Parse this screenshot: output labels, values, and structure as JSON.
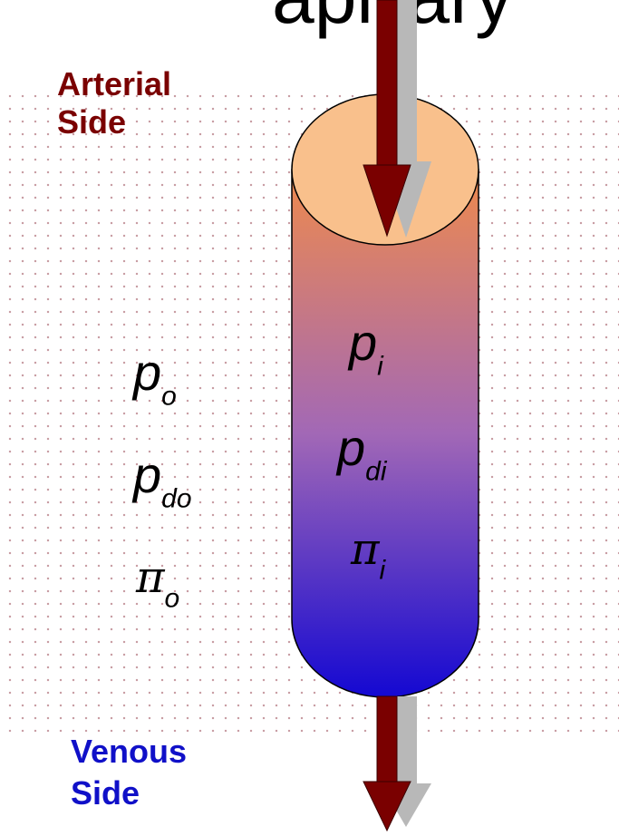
{
  "title_fragment": "apillary",
  "labels": {
    "arterial": [
      "Arterial",
      "Side"
    ],
    "venous": [
      "Venous",
      "Side"
    ]
  },
  "outside": {
    "p": "p",
    "p_sub": "o",
    "pd": "p",
    "pd_sub": "do",
    "pi": "π",
    "pi_sub": "o"
  },
  "inside": {
    "p": "p",
    "p_sub": "i",
    "pd": "p",
    "pd_sub": "di",
    "pi": "π",
    "pi_sub": "i"
  },
  "colors": {
    "arrow": "#7a0000",
    "arrow_shadow": "#b8b8b8",
    "arterial_text": "#7a0000",
    "venous_text": "#1010c8",
    "cap_fill": "#f9c08c",
    "gradient_top": "#ef8a4c",
    "gradient_mid": "#a268b6",
    "gradient_bottom": "#1408d2"
  }
}
